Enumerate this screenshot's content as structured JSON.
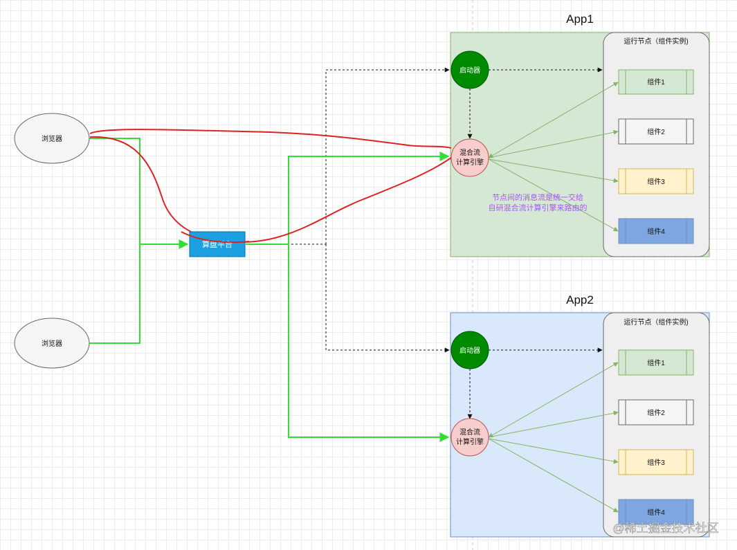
{
  "browsers": [
    {
      "label": "浏览器"
    },
    {
      "label": "浏览器"
    }
  ],
  "platform": {
    "label": "算盘平台"
  },
  "apps": [
    {
      "title": "App1",
      "starter": "启动器",
      "engine_line1": "混合流",
      "engine_line2": "计算引擎",
      "run_nodes_title": "运行节点（组件实例)",
      "components": [
        "组件1",
        "组件2",
        "组件3",
        "组件4"
      ],
      "note_line1": "节点间的消息流是统一交给",
      "note_line2": "自研混合流计算引擎来路由的"
    },
    {
      "title": "App2",
      "starter": "启动器",
      "engine_line1": "混合流",
      "engine_line2": "计算引擎",
      "run_nodes_title": "运行节点（组件实例)",
      "components": [
        "组件1",
        "组件2",
        "组件3",
        "组件4"
      ]
    }
  ],
  "watermark": "@稀土掘金技术社区",
  "colors": {
    "app1_bg": "#d5e8d4",
    "app2_bg": "#dae8fc",
    "starter": "#008a00",
    "engine": "#f8cecc",
    "platform": "#1ba1e2",
    "green_line": "#33dd33",
    "red_line": "#dd2222",
    "note": "#a855f7",
    "comp1": "#d5e8d4",
    "comp2": "#f5f5f5",
    "comp3": "#fff2cc",
    "comp4": "#7ea6e0"
  }
}
